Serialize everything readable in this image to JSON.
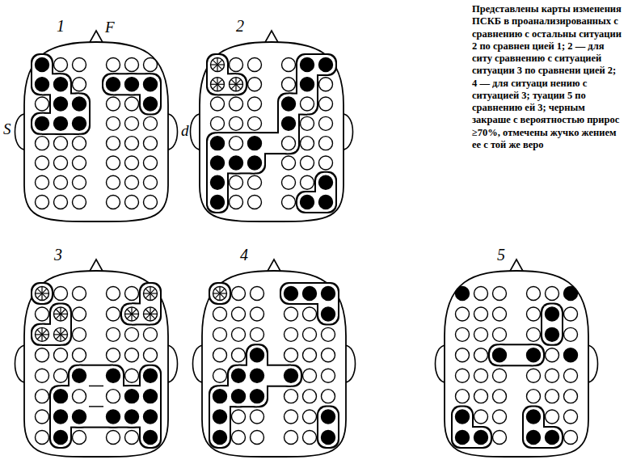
{
  "diagram": {
    "caption": "Представлены карты изменения ПСКБ в проанализированных с сравнению с остальны ситуации 2 по сравнен цией 1; 2 — для ситу сравнению с ситуацией ситуации 3 по сравнени цией 2; 4 — для ситуаци нению с ситуацией 3; туации 5 по сравнению ей 3; черным закраше с вероятностью прирос ≥70%, отмечены жучко жением ее с той же веро",
    "nodes": [
      {
        "text": [
          "1"
        ]
      },
      {
        "text": [
          "2"
        ]
      },
      {
        "text": [
          "3"
        ]
      },
      {
        "text": [
          "4"
        ]
      },
      {
        "text": [
          "5"
        ]
      }
    ],
    "labels": [
      "F",
      "S",
      "d"
    ]
  }
}
